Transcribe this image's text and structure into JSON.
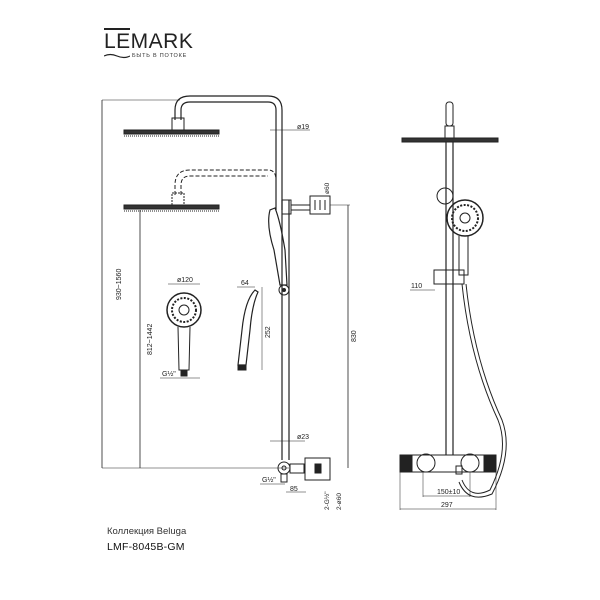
{
  "brand": {
    "name": "LEMARK",
    "tagline": "БЫТЬ В ПОТОКЕ"
  },
  "footer": {
    "collection": "Коллекция Beluga",
    "model": "LMF-8045B-GM"
  },
  "dimensions": {
    "total_height": "930~1560",
    "head_height": "812~1442",
    "bar_length": "830",
    "arm_pipe_diameter": "ø19",
    "holder_diameter": "ø60",
    "handshower_diameter": "ø120",
    "handshower_depth": "64",
    "handshower_length": "252",
    "handshower_thread": "G½\"",
    "pipe_diameter": "ø23",
    "inlet_thread": "G½\"",
    "outlet_offset": "85",
    "mixer_thread": "2-G½\"",
    "flange_diameter": "2-ø60",
    "wall_offset": "110",
    "centers": "150±10",
    "mixer_width": "297"
  },
  "colors": {
    "line": "#222222",
    "background": "#ffffff"
  }
}
